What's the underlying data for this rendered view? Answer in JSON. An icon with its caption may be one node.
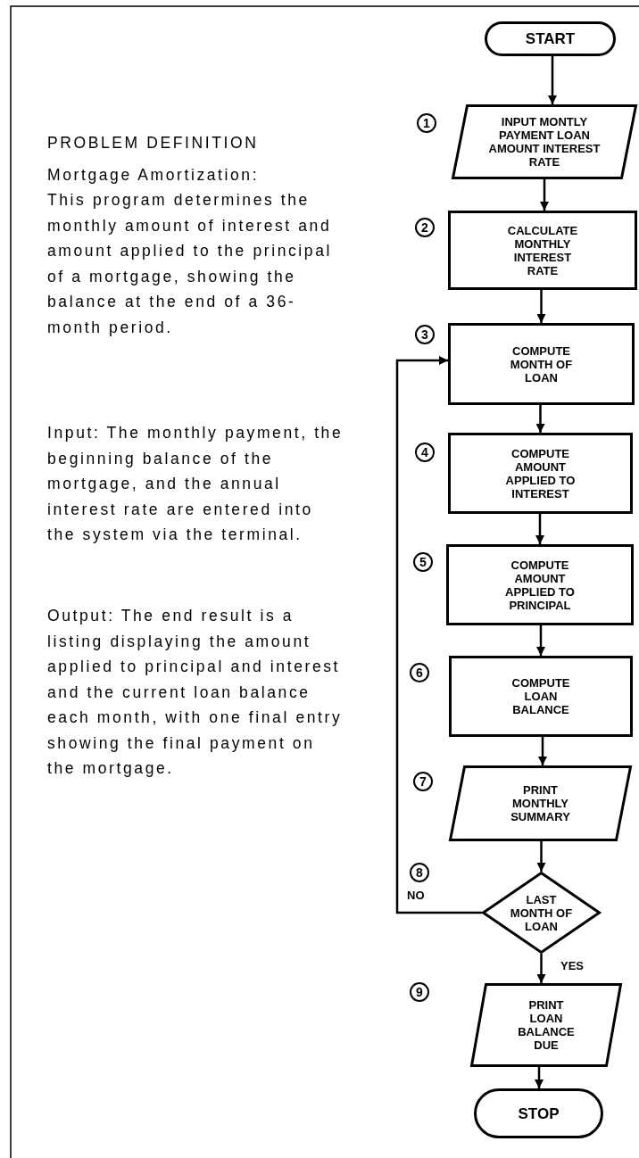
{
  "diagram": {
    "nodes": [
      {
        "text": [
          "START"
        ]
      },
      {
        "text": [
          "INPUT MONTLY PAYMENT LOAN AMOUNT INTEREST RATE"
        ],
        "beside": [
          "1"
        ]
      },
      {
        "text": [
          "CALCULATE MONTHLY INTEREST RATE"
        ],
        "beside": [
          "2"
        ]
      },
      {
        "text": [
          "COMPUTE MONTH OF LOAN"
        ],
        "beside": [
          "3"
        ]
      },
      {
        "text": [
          "COMPUTE AMOUNT APPLIED TO INTEREST"
        ],
        "beside": [
          "4"
        ]
      },
      {
        "text": [
          "COMPUTE AMOUNT APPLIED TO PRINCIPAL"
        ],
        "beside": [
          "5"
        ]
      },
      {
        "text": [
          "COMPUTE LOAN BALANCE"
        ],
        "beside": [
          "6"
        ]
      },
      {
        "text": [
          "PRINT MONTHLY SUMMARY"
        ],
        "beside": [
          "7"
        ]
      },
      {
        "text": [
          "LAST MONTH OF LOAN"
        ]
      },
      {
        "text": [
          "PRINT LOAN BALANCE DUE"
        ],
        "beside": [
          "9"
        ]
      },
      {
        "text": [
          "STOP"
        ]
      }
    ],
    "edges": [
      {
        "from": 0,
        "to": 1,
        "arrow": "to"
      },
      {
        "from": 1,
        "to": 2,
        "arrow": "to"
      },
      {
        "from": 2,
        "to": 3,
        "arrow": "to"
      },
      {
        "from": 3,
        "to": 4,
        "arrow": "to"
      },
      {
        "from": 4,
        "to": 5,
        "arrow": "to"
      },
      {
        "from": 5,
        "to": 6,
        "arrow": "to"
      },
      {
        "from": 6,
        "to": 7,
        "arrow": "to"
      },
      {
        "from": 7,
        "to": 8,
        "arrow": "to"
      },
      {
        "from": 8,
        "to": 3,
        "arrow": "to",
        "label": "NO"
      },
      {
        "from": 8,
        "to": 9,
        "arrow": "to",
        "label": "YES"
      },
      {
        "from": 9,
        "to": 10,
        "arrow": "to"
      }
    ],
    "labels": [
      "PROBLEM DEFINITION",
      "Mortgage Amortization:",
      "This program determines the monthly amount of interest and amount applied to the principal of a mortgage, showing the balance at the end of a 36-month period.",
      "Input: The monthly payment, the beginning balance of the mortgage, and the annual interest rate are entered into the system via the terminal.",
      "Output: The end result is a listing displaying the amount applied to principal and interest and the current loan balance each month, with one final entry showing the final payment on the mortgage.",
      "8"
    ]
  }
}
